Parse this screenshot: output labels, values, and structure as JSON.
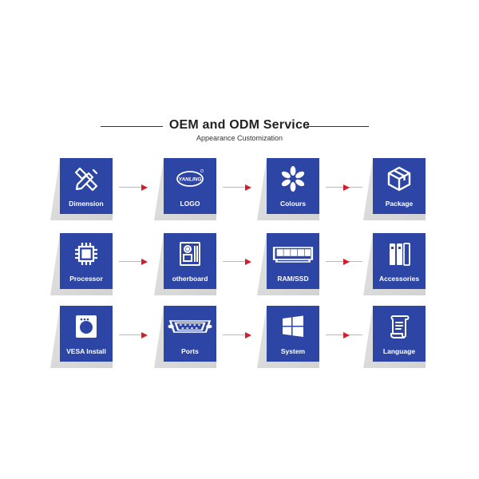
{
  "header": {
    "title": "OEM and ODM Service",
    "subtitle": "Appearance Customization"
  },
  "colors": {
    "tile": "#2d46a6",
    "arrow_head": "#d01f2b",
    "text_on_tile": "#ffffff"
  },
  "logo_text": "YANLING",
  "tiles": [
    {
      "label": "Dimension",
      "icon": "pencil-ruler-icon"
    },
    {
      "label": "LOGO",
      "icon": "yanling-logo-icon"
    },
    {
      "label": "Colours",
      "icon": "flower-icon"
    },
    {
      "label": "Package",
      "icon": "box-icon"
    },
    {
      "label": "Processor",
      "icon": "cpu-chip-icon"
    },
    {
      "label": "otherboard",
      "icon": "motherboard-icon"
    },
    {
      "label": "RAM/SSD",
      "icon": "ram-module-icon"
    },
    {
      "label": "Accessories",
      "icon": "accessories-icon"
    },
    {
      "label": "VESA Install",
      "icon": "vesa-mount-icon"
    },
    {
      "label": "Ports",
      "icon": "vga-port-icon"
    },
    {
      "label": "System",
      "icon": "windows-icon"
    },
    {
      "label": "Language",
      "icon": "scroll-icon"
    }
  ]
}
